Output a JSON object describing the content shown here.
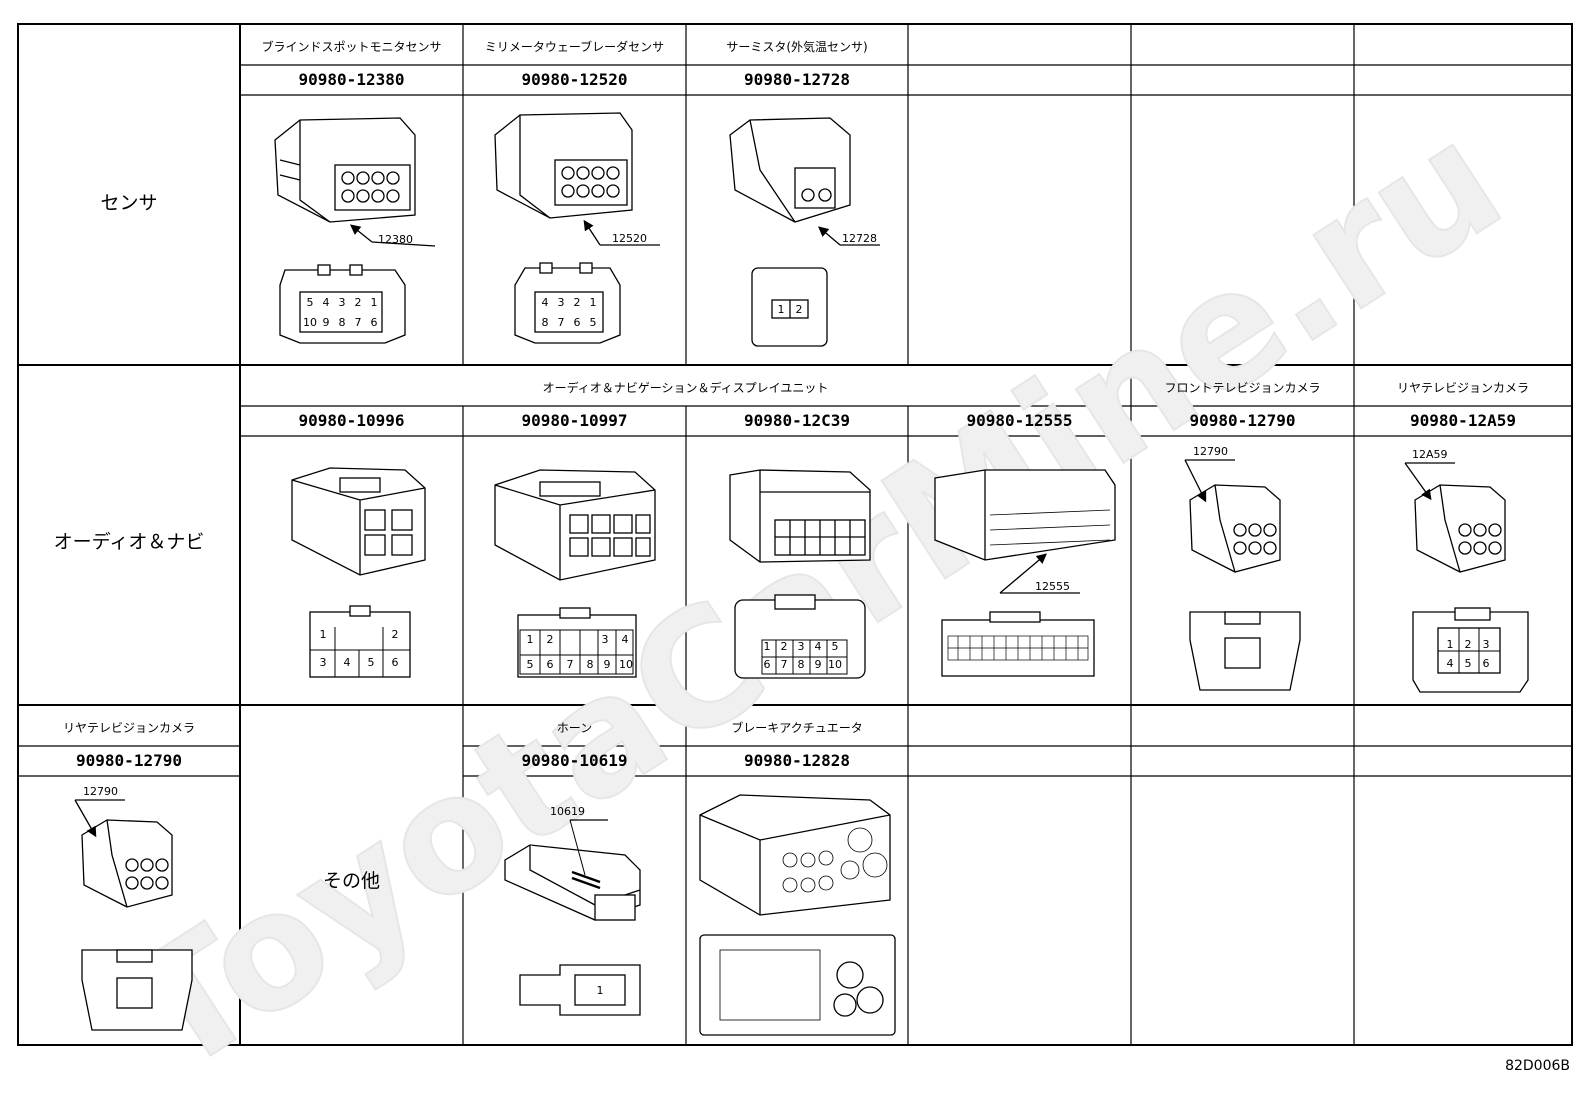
{
  "watermark": "ToyotaCarMine.ru",
  "sheet_code": "82D006B",
  "rows": [
    {
      "category": "センサ",
      "cells": [
        {
          "name": "ブラインドスポットモニタセンサ",
          "part": "90980-12380",
          "callout": "12380",
          "pins": [
            "5",
            "4",
            "3",
            "2",
            "1",
            "10",
            "9",
            "8",
            "7",
            "6"
          ]
        },
        {
          "name": "ミリメータウェーブレーダセンサ",
          "part": "90980-12520",
          "callout": "12520",
          "pins": [
            "4",
            "3",
            "2",
            "1",
            "8",
            "7",
            "6",
            "5"
          ]
        },
        {
          "name": "サーミスタ(外気温センサ)",
          "part": "90980-12728",
          "callout": "12728",
          "pins": [
            "1",
            "2"
          ]
        },
        {
          "name": "",
          "part": ""
        },
        {
          "name": "",
          "part": ""
        },
        {
          "name": "",
          "part": ""
        }
      ]
    },
    {
      "category": "オーディオ＆ナビ",
      "group_name": "オーディオ＆ナビゲーション＆ディスプレイユニット",
      "cells": [
        {
          "part": "90980-10996",
          "pins": [
            "1",
            "2",
            "3",
            "4",
            "5",
            "6"
          ]
        },
        {
          "part": "90980-10997",
          "pins": [
            "1",
            "2",
            "3",
            "4",
            "5",
            "6",
            "7",
            "8",
            "9",
            "10"
          ]
        },
        {
          "part": "90980-12C39",
          "pins": [
            "1",
            "2",
            "3",
            "4",
            "5",
            "6",
            "7",
            "8",
            "9",
            "10"
          ]
        },
        {
          "part": "90980-12555",
          "callout": "12555"
        },
        {
          "name": "フロントテレビジョンカメラ",
          "part": "90980-12790",
          "callout": "12790"
        },
        {
          "name": "リヤテレビジョンカメラ",
          "part": "90980-12A59",
          "callout": "12A59",
          "pins": [
            "1",
            "2",
            "3",
            "4",
            "5",
            "6"
          ]
        }
      ]
    },
    {
      "category": "その他",
      "first_cell": {
        "name": "リヤテレビジョンカメラ",
        "part": "90980-12790",
        "callout": "12790"
      },
      "cells": [
        {
          "name": "ホーン",
          "part": "90980-10619",
          "callout": "10619",
          "pins": [
            "1"
          ]
        },
        {
          "name": "ブレーキアクチュエータ",
          "part": "90980-12828"
        },
        {
          "name": "",
          "part": ""
        },
        {
          "name": "",
          "part": ""
        },
        {
          "name": "",
          "part": ""
        }
      ]
    }
  ]
}
